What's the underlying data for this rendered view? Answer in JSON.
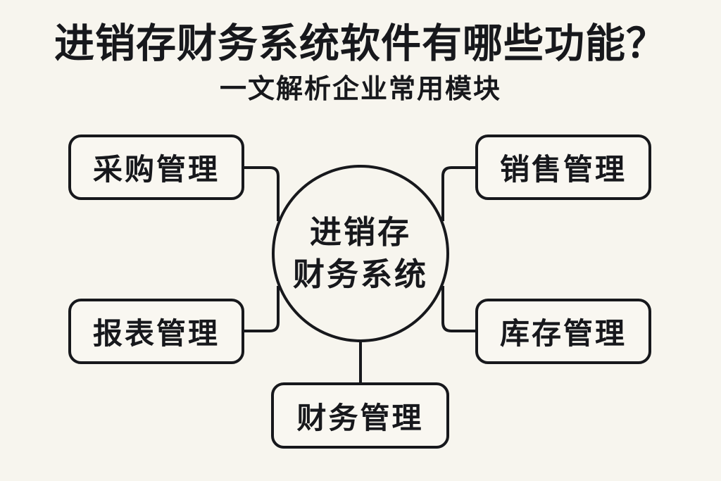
{
  "page": {
    "background_color": "#f7f5ee",
    "ink_color": "#17181c"
  },
  "header": {
    "title": "进销存财务系统软件有哪些功能？",
    "subtitle": "一文解析企业常用模块"
  },
  "diagram": {
    "center": {
      "label_line1": "进销存",
      "label_line2": "财务系统"
    },
    "modules": [
      {
        "id": "purchase",
        "label": "采购管理",
        "position": "top-left"
      },
      {
        "id": "sales",
        "label": "销售管理",
        "position": "top-right"
      },
      {
        "id": "reports",
        "label": "报表管理",
        "position": "middle-left"
      },
      {
        "id": "inventory",
        "label": "库存管理",
        "position": "middle-right"
      },
      {
        "id": "finance",
        "label": "财务管理",
        "position": "bottom-center"
      }
    ]
  }
}
